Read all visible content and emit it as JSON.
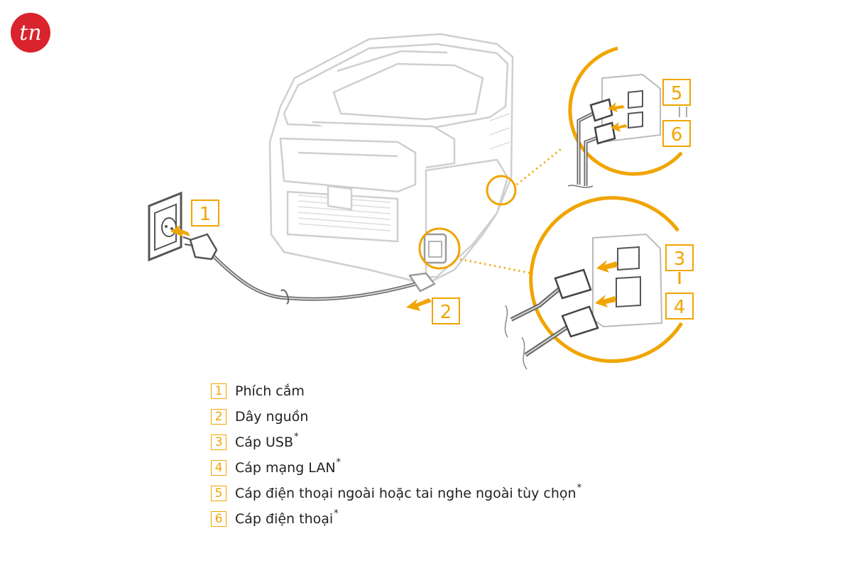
{
  "logo": {
    "text": "tn",
    "color": "#d9232d"
  },
  "accent_color": "#f0a500",
  "callouts": [
    {
      "number": "1"
    },
    {
      "number": "2"
    },
    {
      "number": "3"
    },
    {
      "number": "4"
    },
    {
      "number": "5"
    },
    {
      "number": "6"
    }
  ],
  "legend": [
    {
      "number": "1",
      "label": "Phích cắm",
      "footnote": ""
    },
    {
      "number": "2",
      "label": "Dây nguồn",
      "footnote": ""
    },
    {
      "number": "3",
      "label": "Cáp USB",
      "footnote": "*"
    },
    {
      "number": "4",
      "label": "Cáp mạng LAN",
      "footnote": "*"
    },
    {
      "number": "5",
      "label": "Cáp điện thoại ngoài hoặc tai nghe ngoài tùy chọn",
      "footnote": "*"
    },
    {
      "number": "6",
      "label": "Cáp điện thoại",
      "footnote": "*"
    }
  ]
}
